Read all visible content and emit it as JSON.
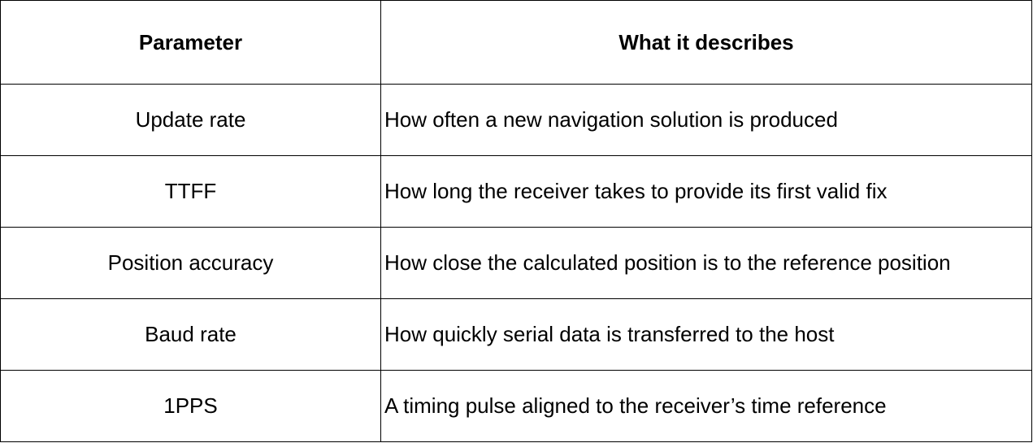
{
  "table": {
    "headers": {
      "parameter": "Parameter",
      "description": "What it describes"
    },
    "rows": [
      {
        "parameter": "Update rate",
        "description": "How often a new navigation solution is produced"
      },
      {
        "parameter": "TTFF",
        "description": "How long the receiver takes to provide its first valid fix"
      },
      {
        "parameter": "Position accuracy",
        "description": "How close the calculated position is to the reference position"
      },
      {
        "parameter": "Baud rate",
        "description": "How quickly serial data is transferred to the host"
      },
      {
        "parameter": "1PPS",
        "description": "A timing pulse aligned to the receiver’s time reference"
      }
    ]
  }
}
